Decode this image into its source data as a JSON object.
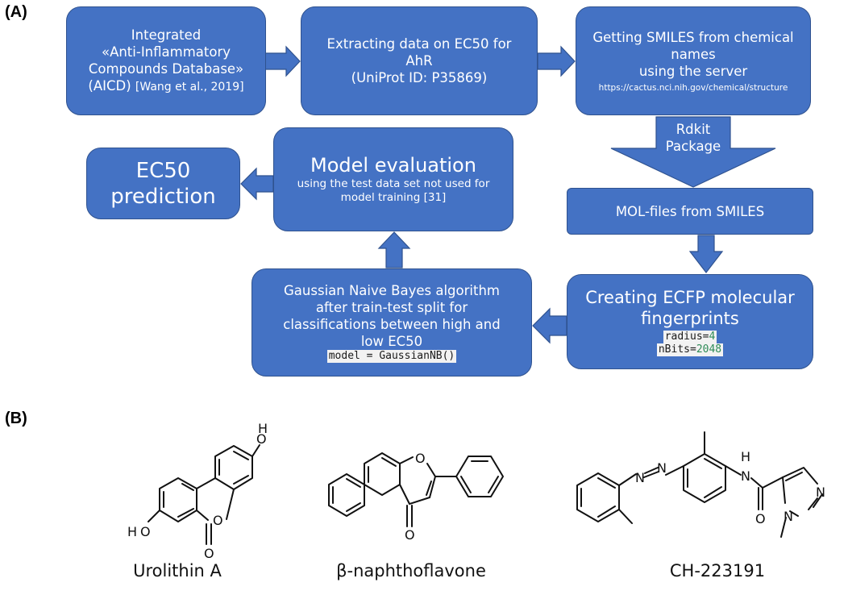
{
  "panel_a": "(A)",
  "panel_b": "(B)",
  "boxes": {
    "aicd": {
      "lines": [
        "Integrated",
        "«Anti-Inflammatory",
        "Compounds Database»"
      ],
      "last_main": "(AICD)",
      "last_ref": "[Wang et al., 2019]"
    },
    "extract": {
      "lines": [
        "Extracting data on EC50 for",
        "AhR",
        "(UniProt ID: P35869)"
      ]
    },
    "smiles": {
      "lines": [
        "Getting SMILES from chemical",
        "names",
        "using the server"
      ],
      "url": "https://cactus.nci.nih.gov/chemical/structure"
    },
    "rdkit": {
      "lines": [
        "Rdkit",
        "Package"
      ]
    },
    "mol": {
      "text": "MOL-files from SMILES"
    },
    "ecfp": {
      "lines": [
        "Creating ECFP molecular",
        "fingerprints"
      ],
      "code1_key": "radius=",
      "code1_val": "4",
      "code2_key": "nBits=",
      "code2_val": "2048"
    },
    "gnb": {
      "lines": [
        "Gaussian Naive Bayes algorithm",
        "after train-test split for",
        "classifications between high and",
        "low EC50"
      ],
      "code": "model = GaussianNB()"
    },
    "eval": {
      "title": "Model evaluation",
      "lines": [
        "using the test data set not used for",
        "model training [31]"
      ]
    },
    "ec50": {
      "lines": [
        "EC50",
        "prediction"
      ]
    }
  },
  "molecules": {
    "urolithin": {
      "name": "Urolithin A",
      "atoms": {
        "oh_top": "O",
        "h_top": "H",
        "h_left": "H",
        "o_left": "O",
        "o_ring": "O",
        "o_carbonyl": "O"
      }
    },
    "naphtho": {
      "name": "β-naphthoflavone",
      "atoms": {
        "o_ring": "O",
        "o_carbonyl": "O"
      }
    },
    "ch": {
      "name": "CH-223191",
      "atoms": {
        "n1": "N",
        "n2": "N",
        "nh_n": "N",
        "nh_h": "H",
        "o": "O",
        "pz_n1": "N",
        "pz_n2": "N"
      }
    }
  },
  "colors": {
    "box_fill": "#4472c4",
    "box_border": "#2f528f",
    "code_bg": "#f2f2f2",
    "code_num": "#2e8b57"
  }
}
